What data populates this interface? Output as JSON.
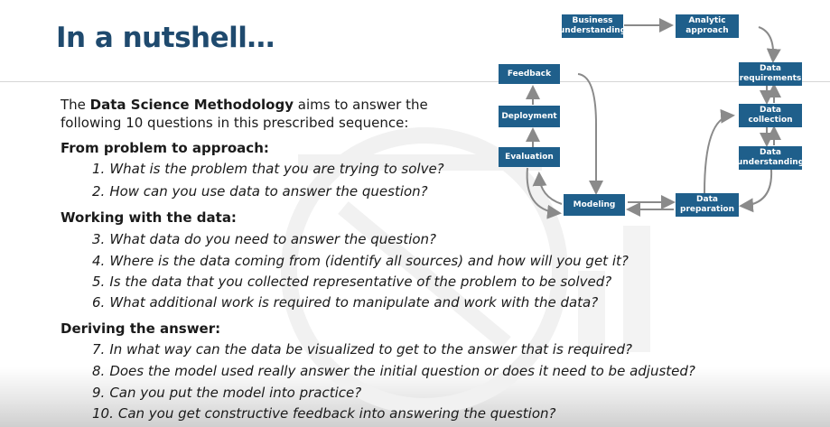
{
  "slide": {
    "title": "In a nutshell…",
    "intro": {
      "prefix": "The ",
      "bold": "Data Science Methodology",
      "suffix": " aims to answer the following 10 questions in this prescribed sequence:"
    },
    "sections": [
      {
        "heading": "From problem to approach:",
        "questions": [
          {
            "num": "1.",
            "text": "What is the problem that you are trying to solve?"
          },
          {
            "num": "2.",
            "text": "How can you use data to answer the question?"
          }
        ]
      },
      {
        "heading": "Working with the data:",
        "questions": [
          {
            "num": "3.",
            "text": "What data do you need to answer the question?"
          },
          {
            "num": "4.",
            "text": "Where is the data coming from (identify all sources) and how will you get it?"
          },
          {
            "num": "5.",
            "text": "Is the data that you collected representative of the problem to be solved?"
          },
          {
            "num": "6.",
            "text": "What additional work is required to manipulate and work with the data?"
          }
        ]
      },
      {
        "heading": "Deriving the answer:",
        "questions": [
          {
            "num": "7.",
            "text": "In what way can the data be visualized to get to the answer that is required?"
          },
          {
            "num": "8.",
            "text": "Does the model used really answer the initial question or does it need to be adjusted?"
          },
          {
            "num": "9.",
            "text": "Can you put the model into practice?"
          },
          {
            "num": "10.",
            "text": "Can you get constructive feedback into answering the question?"
          }
        ]
      }
    ]
  },
  "diagram": {
    "node_color": "#1f5f8b",
    "arrow_color": "#8a8a8a",
    "nodes": {
      "business_understanding": [
        "Business",
        "understanding"
      ],
      "analytic_approach": [
        "Analytic",
        "approach"
      ],
      "data_requirements": [
        "Data",
        "requirements"
      ],
      "data_collection": [
        "Data",
        "collection"
      ],
      "data_understanding": [
        "Data",
        "understanding"
      ],
      "data_preparation": [
        "Data",
        "preparation"
      ],
      "modeling": [
        "Modeling"
      ],
      "evaluation": [
        "Evaluation"
      ],
      "deployment": [
        "Deployment"
      ],
      "feedback": [
        "Feedback"
      ]
    }
  }
}
